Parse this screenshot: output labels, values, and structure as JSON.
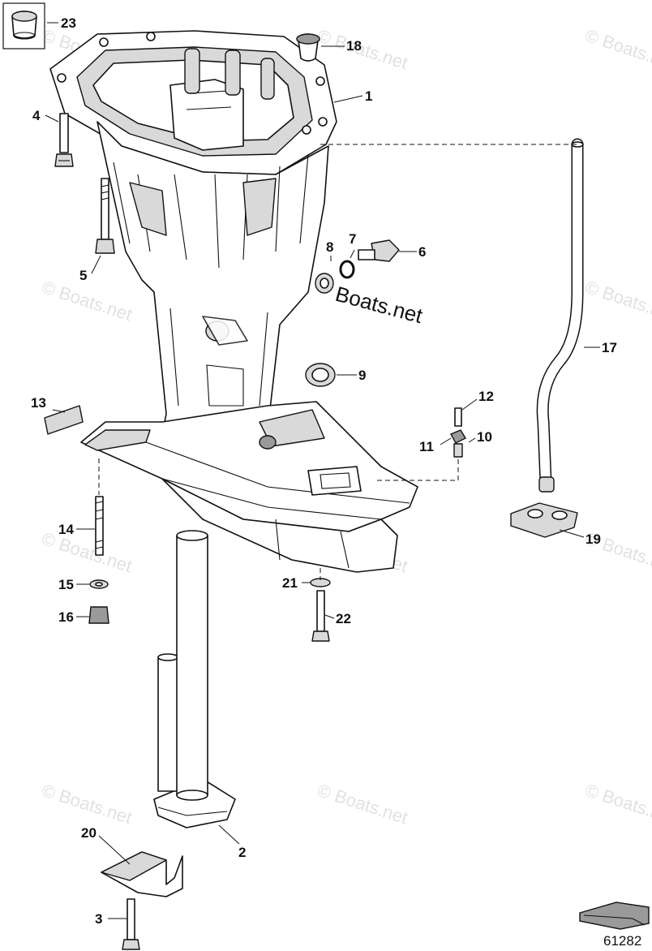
{
  "callouts": [
    "23",
    "18",
    "1",
    "4",
    "5",
    "8",
    "7",
    "6",
    "17",
    "9",
    "13",
    "12",
    "11",
    "10",
    "14",
    "15",
    "16",
    "21",
    "22",
    "19",
    "20",
    "2",
    "3"
  ],
  "watermark_text": "© Boats.net",
  "overlay_watermark": "Boats.net",
  "figure_number": "61282"
}
